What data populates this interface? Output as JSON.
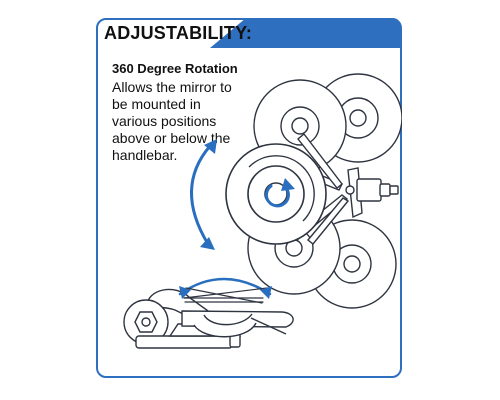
{
  "header": {
    "title": "ADJUSTABILITY:"
  },
  "feature": {
    "title": "360 Degree Rotation",
    "description": "Allows the mirror to be mounted in various positions above or below the handlebar."
  },
  "colors": {
    "accent": "#2f6fbf",
    "arrow": "#2a6fbf",
    "line": "#2e3440",
    "fill": "#ffffff",
    "shadow": "#e8eaee"
  },
  "icons": {
    "main_illustration": "mirror-rotation-illustration-icon",
    "rotation_arrow": "rotation-arrow-icon",
    "swivel_arrow": "swivel-arrow-icon",
    "bolt": "hex-bolt-icon"
  }
}
